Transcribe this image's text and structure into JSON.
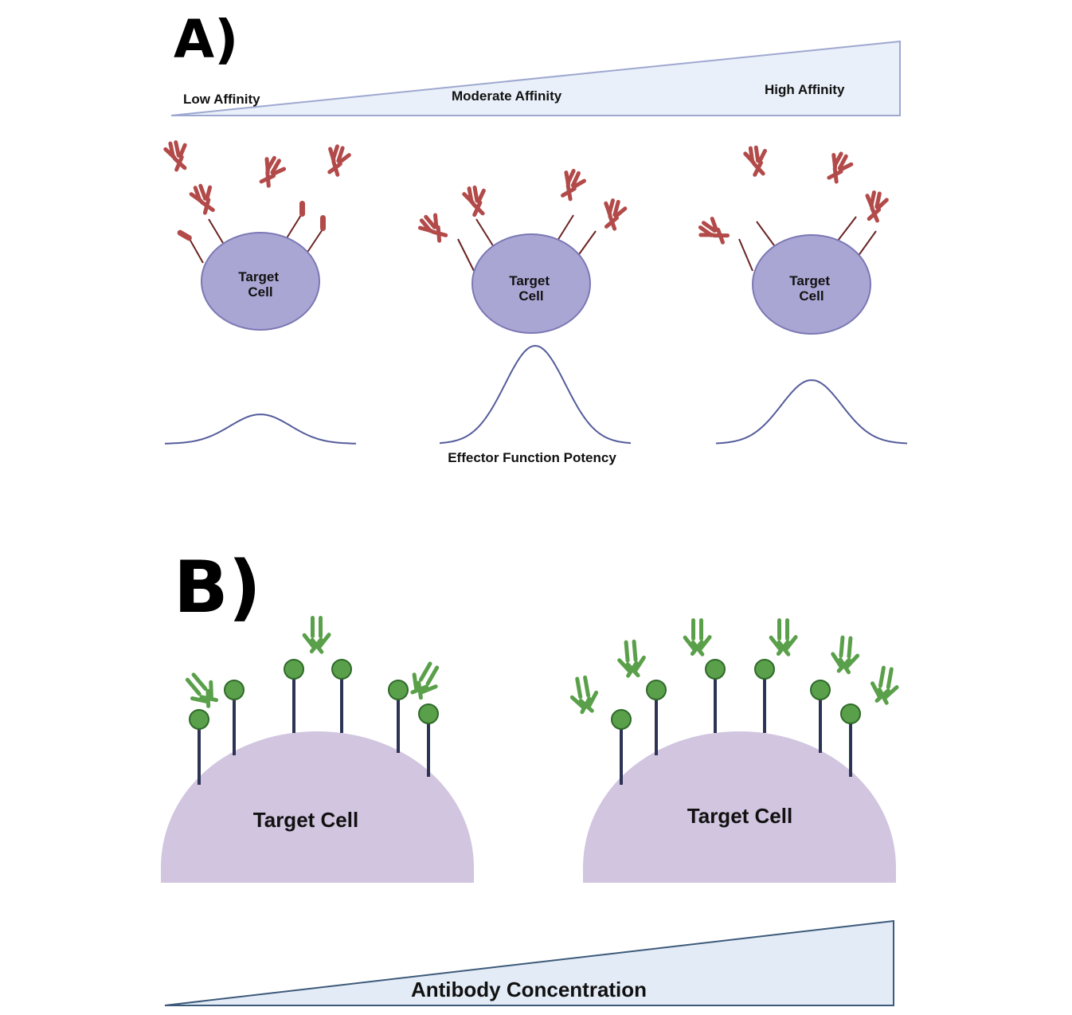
{
  "panel_a": {
    "label": "A)",
    "affinity_levels": [
      "Low Affinity",
      "Moderate Affinity",
      "High Affinity"
    ],
    "cell_label": [
      "Target",
      "Cell"
    ],
    "curve_caption": "Effector Function Potency",
    "relative_potency": [
      0.3,
      1.0,
      0.65
    ],
    "colors": {
      "cell": "#aaa6d4",
      "antibody": "#b34a4a",
      "wedge": "#e9f0f9",
      "curve": "#555c9a"
    }
  },
  "panel_b": {
    "label": "B)",
    "cell_label": "Target Cell",
    "scale_label": "Antibody Concentration",
    "colors": {
      "cell": "#d1c5df",
      "antibody": "#5aa04a",
      "receptor": "#2d3354",
      "wedge": "#e3ebf6"
    }
  }
}
